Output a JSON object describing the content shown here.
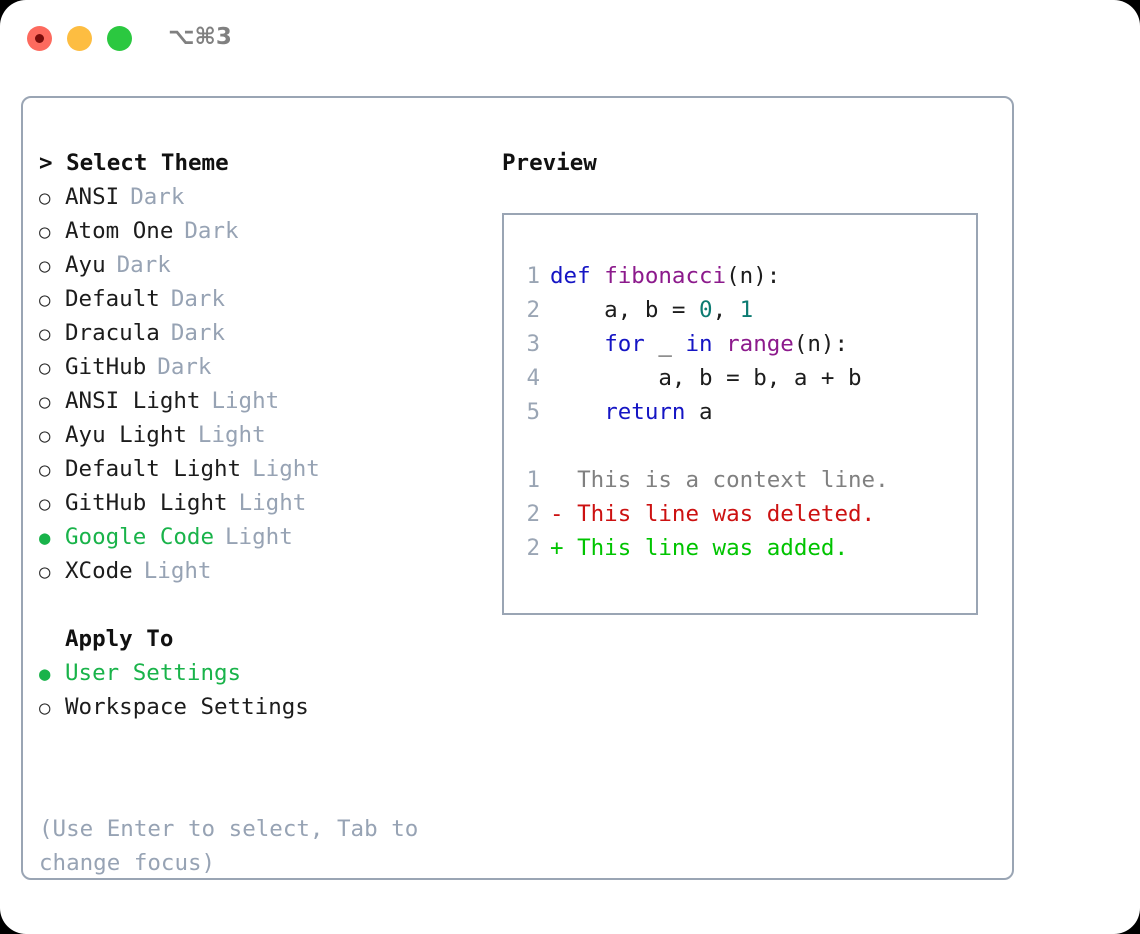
{
  "window": {
    "shortcut": "⌥⌘3",
    "traffic_lights": {
      "close": "close-dot",
      "minimize": "minimize-dot",
      "maximize": "maximize-dot"
    }
  },
  "markers": {
    "selected": "●",
    "unselected": "○"
  },
  "theme_picker": {
    "header": "> Select Theme",
    "options": [
      {
        "label": "ANSI",
        "tag": "Dark",
        "selected": false
      },
      {
        "label": "Atom One",
        "tag": "Dark",
        "selected": false
      },
      {
        "label": "Ayu",
        "tag": "Dark",
        "selected": false
      },
      {
        "label": "Default",
        "tag": "Dark",
        "selected": false
      },
      {
        "label": "Dracula",
        "tag": "Dark",
        "selected": false
      },
      {
        "label": "GitHub",
        "tag": "Dark",
        "selected": false
      },
      {
        "label": "ANSI Light",
        "tag": "Light",
        "selected": false
      },
      {
        "label": "Ayu Light",
        "tag": "Light",
        "selected": false
      },
      {
        "label": "Default Light",
        "tag": "Light",
        "selected": false
      },
      {
        "label": "GitHub Light",
        "tag": "Light",
        "selected": false
      },
      {
        "label": "Google Code",
        "tag": "Light",
        "selected": true
      },
      {
        "label": "XCode",
        "tag": "Light",
        "selected": false
      }
    ]
  },
  "apply_to": {
    "header": "Apply To",
    "options": [
      {
        "label": "User Settings",
        "tag": "",
        "selected": true
      },
      {
        "label": "Workspace Settings",
        "tag": "",
        "selected": false
      }
    ]
  },
  "hint": "(Use Enter to select, Tab to change focus)",
  "preview": {
    "title": "Preview",
    "code_lines": [
      {
        "no": "1",
        "tokens": [
          {
            "t": "def ",
            "c": "kw"
          },
          {
            "t": "fibonacci",
            "c": "fn"
          },
          {
            "t": "(n):",
            "c": "punc"
          }
        ]
      },
      {
        "no": "2",
        "tokens": [
          {
            "t": "    a, b = ",
            "c": "plain"
          },
          {
            "t": "0",
            "c": "num"
          },
          {
            "t": ", ",
            "c": "plain"
          },
          {
            "t": "1",
            "c": "num"
          }
        ]
      },
      {
        "no": "3",
        "tokens": [
          {
            "t": "    ",
            "c": "plain"
          },
          {
            "t": "for",
            "c": "kw"
          },
          {
            "t": " _ ",
            "c": "plain"
          },
          {
            "t": "in",
            "c": "kw"
          },
          {
            "t": " ",
            "c": "plain"
          },
          {
            "t": "range",
            "c": "fn"
          },
          {
            "t": "(n):",
            "c": "punc"
          }
        ]
      },
      {
        "no": "4",
        "tokens": [
          {
            "t": "        a, b = b, a + b",
            "c": "plain"
          }
        ]
      },
      {
        "no": "5",
        "tokens": [
          {
            "t": "    ",
            "c": "plain"
          },
          {
            "t": "return",
            "c": "kw"
          },
          {
            "t": " a",
            "c": "plain"
          }
        ]
      }
    ],
    "diff_lines": [
      {
        "no": "1",
        "text": "  This is a context line.",
        "kind": "ctx"
      },
      {
        "no": "2",
        "text": "- This line was deleted.",
        "kind": "del"
      },
      {
        "no": "2",
        "text": "+ This line was added.",
        "kind": "add"
      }
    ]
  },
  "colors": {
    "selected_green": "#19b34a",
    "tag_grey": "#97a3b4",
    "border": "#9aa5b4",
    "keyword_blue": "#1515c4",
    "function_purple": "#8c1a8c",
    "number_teal": "#0c7b72",
    "diff_delete_red": "#cc1111",
    "diff_add_green": "#00c400",
    "diff_context_grey": "#808080"
  }
}
